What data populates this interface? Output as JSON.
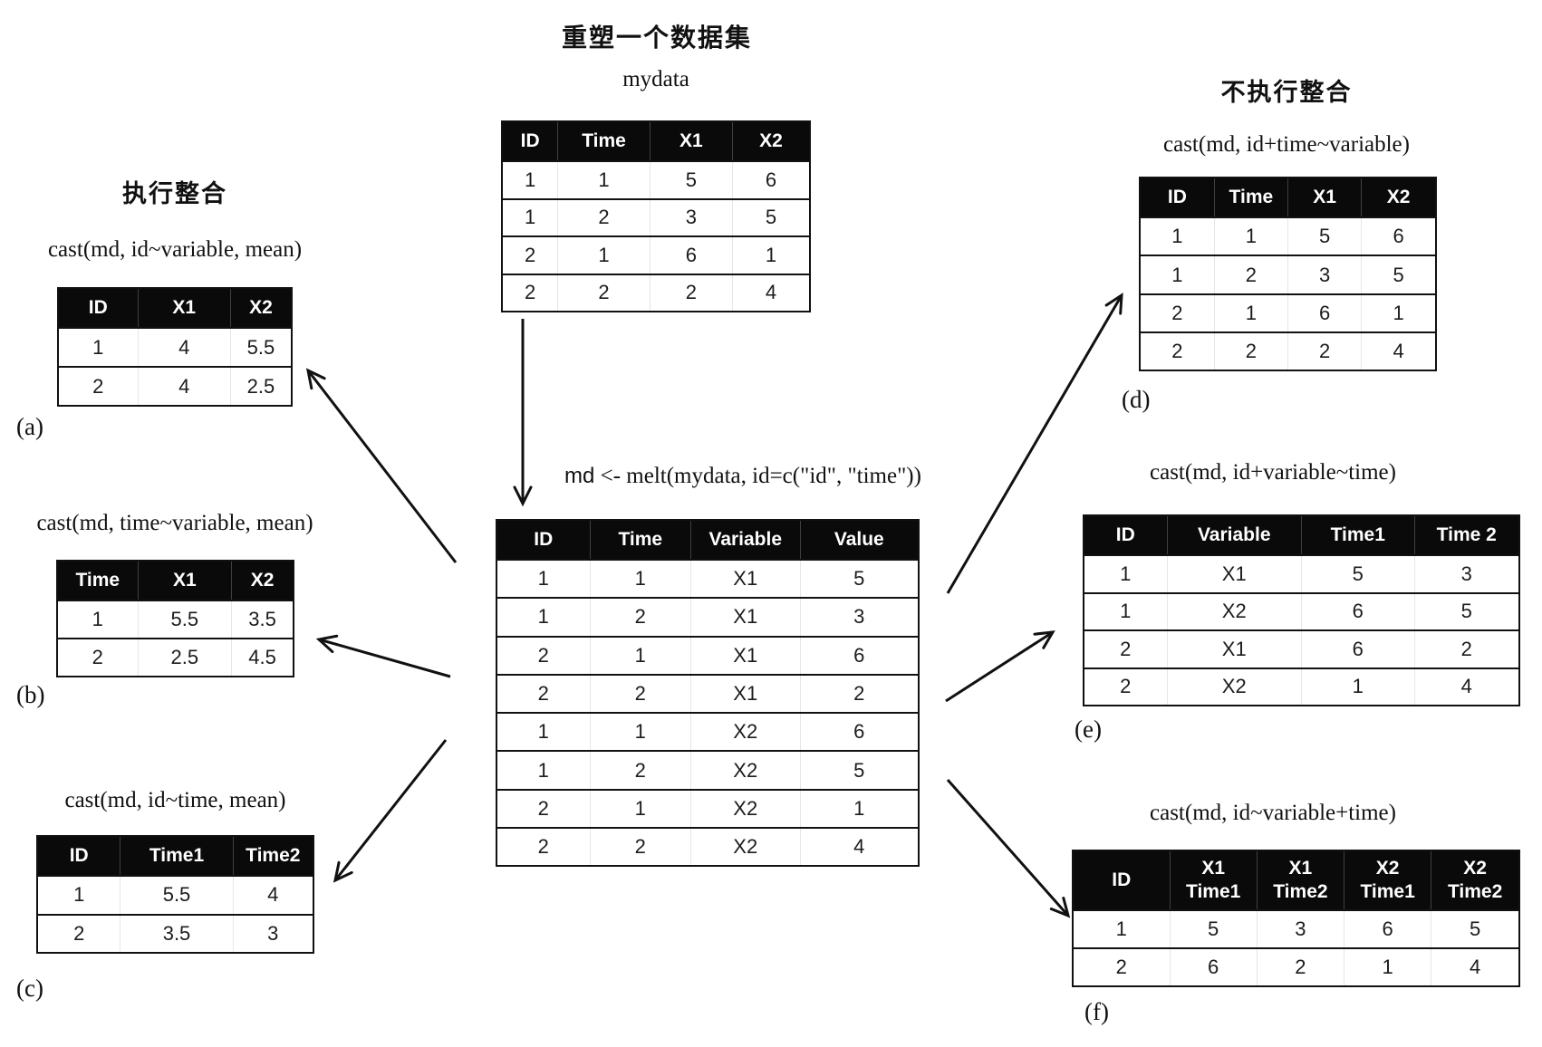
{
  "page": {
    "title": "重塑一个数据集"
  },
  "sections": {
    "aggregate": {
      "title": "执行整合"
    },
    "no_aggregate": {
      "title": "不执行整合"
    }
  },
  "melt": {
    "var": "md",
    "formula": " <- melt(mydata, id=c(\"id\", \"time\"))"
  },
  "colors": {
    "header-bg": "#0a0a0a",
    "line": "#111111",
    "page-bg": "#ffffff"
  },
  "tables": {
    "mydata": {
      "label": "mydata",
      "headers": [
        "ID",
        "Time",
        "X1",
        "X2"
      ],
      "rows": [
        [
          1,
          1,
          5,
          6
        ],
        [
          1,
          2,
          3,
          5
        ],
        [
          2,
          1,
          6,
          1
        ],
        [
          2,
          2,
          2,
          4
        ]
      ]
    },
    "md": {
      "headers": [
        "ID",
        "Time",
        "Variable",
        "Value"
      ],
      "rows": [
        [
          1,
          1,
          "X1",
          5
        ],
        [
          1,
          2,
          "X1",
          3
        ],
        [
          2,
          1,
          "X1",
          6
        ],
        [
          2,
          2,
          "X1",
          2
        ],
        [
          1,
          1,
          "X2",
          6
        ],
        [
          1,
          2,
          "X2",
          5
        ],
        [
          2,
          1,
          "X2",
          1
        ],
        [
          2,
          2,
          "X2",
          4
        ]
      ]
    },
    "a": {
      "caption": "cast(md, id~variable, mean)",
      "tag": "(a)",
      "headers": [
        "ID",
        "X1",
        "X2"
      ],
      "rows": [
        [
          1,
          4,
          5.5
        ],
        [
          2,
          4,
          2.5
        ]
      ]
    },
    "b": {
      "caption": "cast(md, time~variable, mean)",
      "tag": "(b)",
      "headers": [
        "Time",
        "X1",
        "X2"
      ],
      "rows": [
        [
          1,
          5.5,
          3.5
        ],
        [
          2,
          2.5,
          4.5
        ]
      ]
    },
    "c": {
      "caption": "cast(md, id~time, mean)",
      "tag": "(c)",
      "headers": [
        "ID",
        "Time1",
        "Time2"
      ],
      "rows": [
        [
          1,
          5.5,
          4
        ],
        [
          2,
          3.5,
          3
        ]
      ]
    },
    "d": {
      "caption": "cast(md, id+time~variable)",
      "tag": "(d)",
      "headers": [
        "ID",
        "Time",
        "X1",
        "X2"
      ],
      "rows": [
        [
          1,
          1,
          5,
          6
        ],
        [
          1,
          2,
          3,
          5
        ],
        [
          2,
          1,
          6,
          1
        ],
        [
          2,
          2,
          2,
          4
        ]
      ]
    },
    "e": {
      "caption": "cast(md, id+variable~time)",
      "tag": "(e)",
      "headers": [
        "ID",
        "Variable",
        "Time1",
        "Time 2"
      ],
      "rows": [
        [
          1,
          "X1",
          5,
          3
        ],
        [
          1,
          "X2",
          6,
          5
        ],
        [
          2,
          "X1",
          6,
          2
        ],
        [
          2,
          "X2",
          1,
          4
        ]
      ]
    },
    "f": {
      "caption": "cast(md, id~variable+time)",
      "tag": "(f)",
      "headers": [
        "ID",
        "X1\nTime1",
        "X1\nTime2",
        "X2\nTime1",
        "X2\nTime2"
      ],
      "rows": [
        [
          1,
          5,
          3,
          6,
          5
        ],
        [
          2,
          6,
          2,
          1,
          4
        ]
      ]
    }
  }
}
